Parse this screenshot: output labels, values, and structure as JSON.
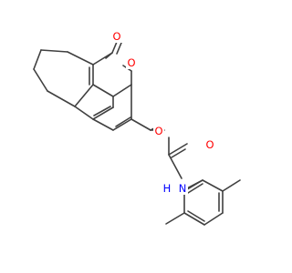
{
  "molecule": {
    "atom_labels": [
      {
        "id": "o-carbonyl-lactone",
        "text": "O",
        "color": "#ff0000"
      },
      {
        "id": "o-ring",
        "text": "O",
        "color": "#ff0000"
      },
      {
        "id": "o-ether",
        "text": "O",
        "color": "#ff0000"
      },
      {
        "id": "o-amide",
        "text": "O",
        "color": "#ff0000"
      },
      {
        "id": "n-amide",
        "text": "N",
        "color": "#0000ff"
      },
      {
        "id": "h-amide",
        "text": "H",
        "color": "#0000ff"
      }
    ],
    "bond_color": "#404040"
  }
}
